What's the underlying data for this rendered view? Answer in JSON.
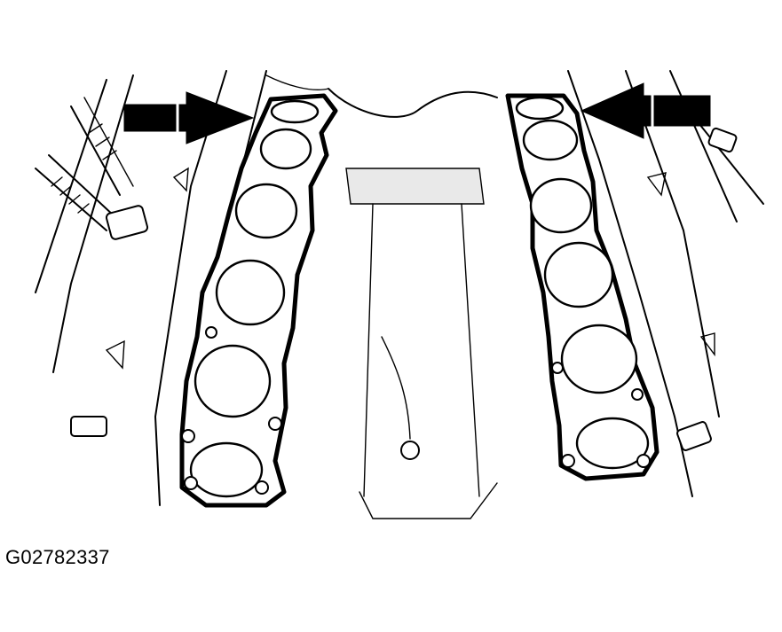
{
  "figure": {
    "id_label": "G02782337"
  },
  "colors": {
    "line": "#000000",
    "background": "#ffffff",
    "shading": "#e9e9e9"
  },
  "callouts": [
    {
      "name": "left-gasket-arrow",
      "direction": "right"
    },
    {
      "name": "right-gasket-arrow",
      "direction": "left"
    }
  ]
}
